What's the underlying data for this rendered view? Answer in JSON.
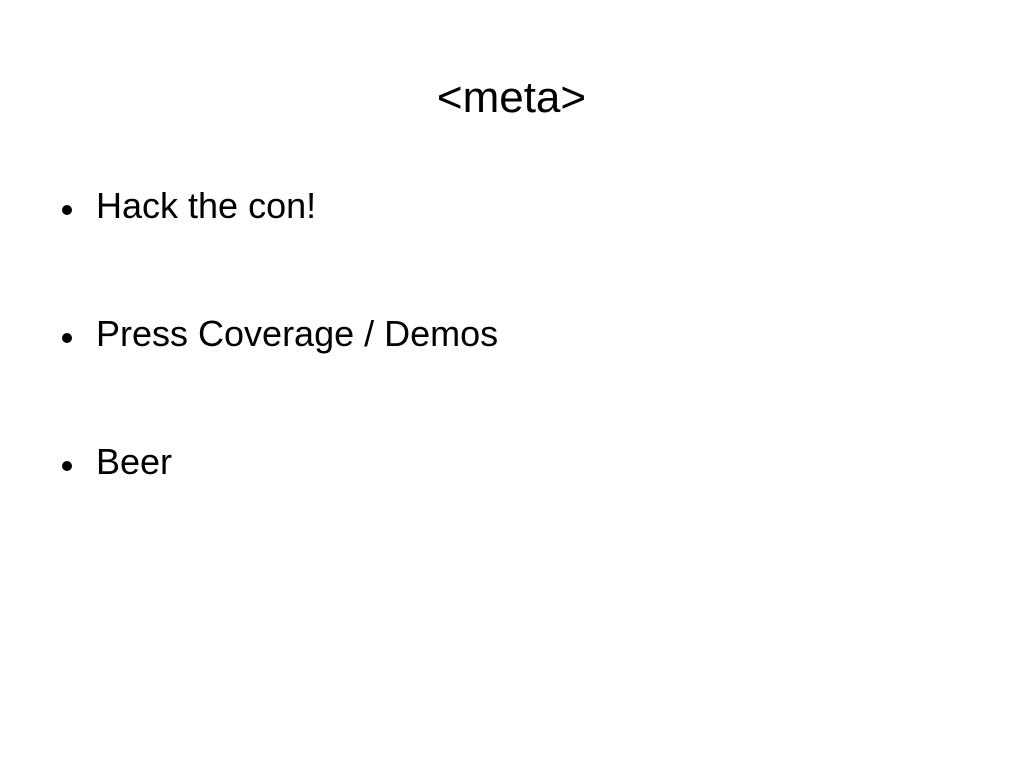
{
  "slide": {
    "title": "<meta>",
    "bullets": [
      "Hack the con!",
      "Press Coverage / Demos",
      "Beer"
    ]
  }
}
